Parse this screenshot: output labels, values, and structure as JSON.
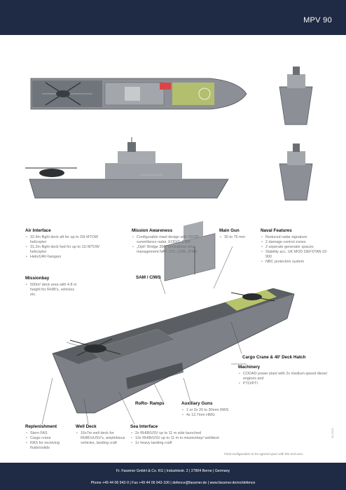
{
  "header": {
    "title": "MPV 90"
  },
  "sections": {
    "air_interface": {
      "title": "Air Interface",
      "items": [
        "32.4m flight deck aft for up to 20t MTOW helicopter",
        "31.2m flight deck fwd for up to 11t MTOW helicopter",
        "Helo/UAV-hangars"
      ]
    },
    "missionbay": {
      "title": "Missionbay",
      "items": [
        "500m² deck area with 4.8 m height for RHIB's, vehicles etc."
      ]
    },
    "mission_awareness": {
      "title": "Mission Awareness",
      "items": [
        "Configurable mast design with 2D/3D surveillance radar, EOD/S, ESM",
        "„Opti“-Bridge 360° centralized ship management NAV, CIC, CMS, IPMS"
      ]
    },
    "main_gun": {
      "title": "Main Gun",
      "items": [
        "30 to 76 mm"
      ]
    },
    "naval_features": {
      "title": "Naval Features",
      "items": [
        "Reduced radar signature",
        "2 damage control zones",
        "2 seperate generator spaces",
        "Stability acc. UK MOD DEFSTAN 02-900",
        "NBC protection system"
      ]
    },
    "sam_ciws": {
      "title": "SAM / CIWS"
    },
    "cargo_crane": {
      "title": "Cargo Crane & 40' Deck Hatch"
    },
    "machinery": {
      "title": "Machinery",
      "items": [
        "CODAD power plant with 2x medium-speed diesel engines and",
        "PTO/PTI"
      ]
    },
    "roro_ramps": {
      "title": "RoRo- Ramps"
    },
    "auxiliary_guns": {
      "title": "Auxiliary Guns",
      "items": [
        "1 or 2x 20 to 30mm RWS",
        "4x 12.7mm HMG"
      ]
    },
    "replenishment": {
      "title": "Replenishment",
      "items": [
        "Stern FAS",
        "Cargo crane",
        "RAS for receiving fluids/solids"
      ]
    },
    "well_deck": {
      "title": "Well Deck",
      "items": [
        "16x7m well deck for RHIB's/USV's, amphibious vehicles, landing craft"
      ]
    },
    "sea_interface": {
      "title": "Sea Interface",
      "items": [
        "2x RHIB/USV up to 11 m side launched",
        "10x RHIB/USV up to 11 m in missionbay/ welldeck",
        "1x heavy landing craft"
      ]
    }
  },
  "note": "Final configuration to be agreed upon with the end user.",
  "footer": {
    "line1": "Fr. Fassmer GmbH & Co. KG | Industriestr. 2 | 27804 Berne | Germany",
    "line2": "Phone +49 44 06 942-0 | Fax +49 44 06 942-100 | defence@fassmer.de | www.fassmer.de/en/defence"
  },
  "doc_id": "05-2021",
  "colors": {
    "navy": "#1f2a44",
    "hull_grey": "#8c9096",
    "deck_dark": "#5b5f63",
    "helipad": "#b7c46a"
  }
}
